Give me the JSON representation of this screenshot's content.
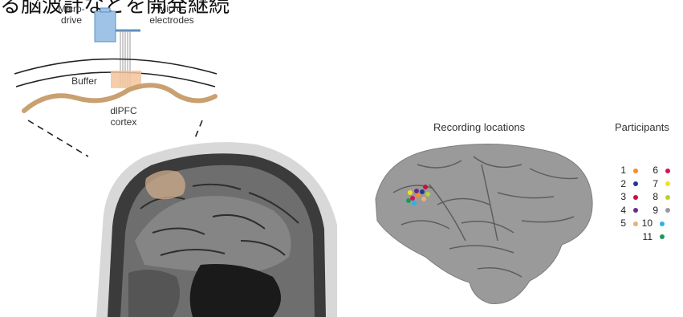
{
  "heading": "る脳波計などを開発継続",
  "diagram": {
    "microdrive_label": "Micro-\ndrive",
    "microelectrodes_label": "Micro-\nelectrodes",
    "buffer_label": "Buffer",
    "dlpfc_label": "dlPFC\ncortex"
  },
  "recording": {
    "title": "Recording locations"
  },
  "legend": {
    "title": "Participants",
    "items": [
      {
        "num": "1",
        "color": "#f28e2b"
      },
      {
        "num": "2",
        "color": "#1f3a93"
      },
      {
        "num": "3",
        "color": "#c8103a"
      },
      {
        "num": "4",
        "color": "#6a2a8c"
      },
      {
        "num": "5",
        "color": "#e8b07a"
      },
      {
        "num": "6",
        "color": "#d6125a"
      },
      {
        "num": "7",
        "color": "#f2e21a"
      },
      {
        "num": "8",
        "color": "#b5d334"
      },
      {
        "num": "9",
        "color": "#9a9a9a"
      },
      {
        "num": "10",
        "color": "#2bb3e8"
      },
      {
        "num": "11",
        "color": "#1a9b5a"
      }
    ]
  }
}
